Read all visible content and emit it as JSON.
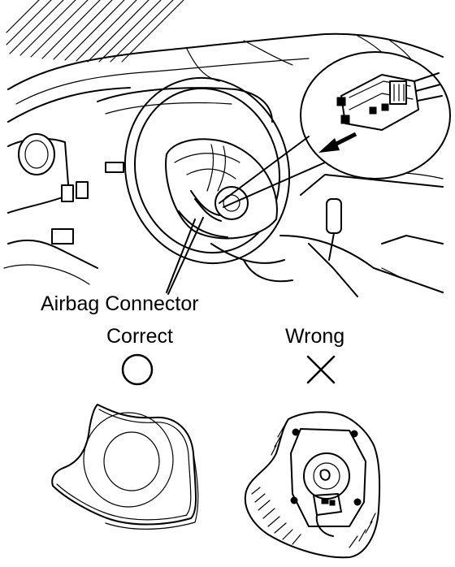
{
  "labels": {
    "connector": "Airbag Connector",
    "correct": "Correct",
    "wrong": "Wrong"
  },
  "symbols": {
    "correct": "circle-icon",
    "wrong": "cross-icon"
  }
}
